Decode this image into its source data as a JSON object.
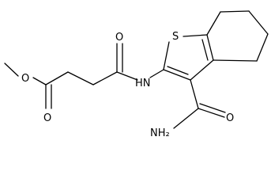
{
  "molecule": {
    "atom_labels": {
      "methoxy_o": "O",
      "ester_carbonyl_o": "O",
      "amide_carbonyl_o": "O",
      "amide_n": "HN",
      "thiophene_s": "S",
      "carbamoyl_o": "O",
      "carbamoyl_n": "NH₂"
    }
  }
}
